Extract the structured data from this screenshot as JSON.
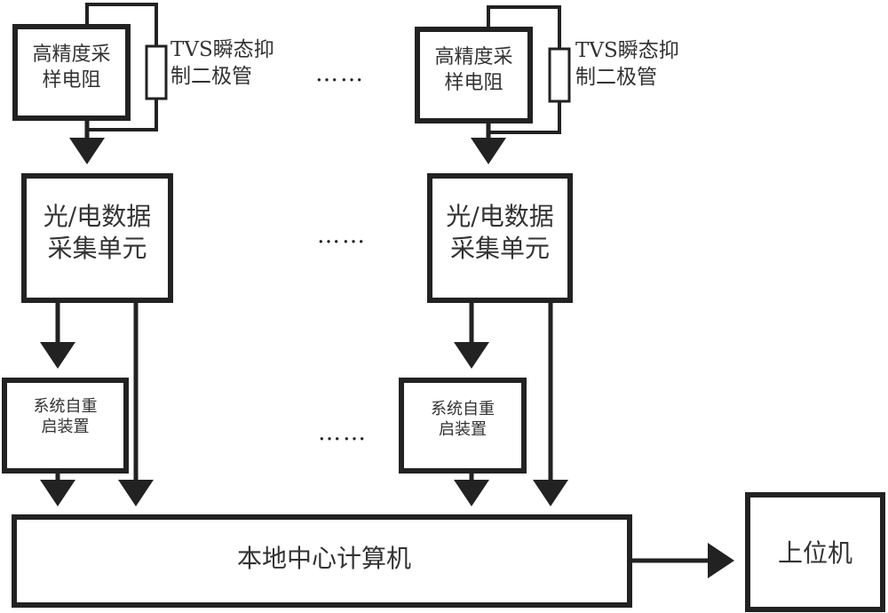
{
  "diagram": {
    "nodes": {
      "resistor": "高精度采\n样电阻",
      "tvs": "TVS瞬态抑\n制二极管",
      "acquisition": "光/电数据\n采集单元",
      "restart": "系统自重\n启装置",
      "local_computer": "本地中心计算机",
      "host": "上位机"
    },
    "channels": [
      {
        "resistor_line1": "高精度采",
        "resistor_line2": "样电阻",
        "tvs_line1": "TVS瞬态抑",
        "tvs_line2": "制二极管",
        "acq_line1": "光/电数据",
        "acq_line2": "采集单元",
        "restart_line1": "系统自重",
        "restart_line2": "启装置"
      },
      {
        "resistor_line1": "高精度采",
        "resistor_line2": "样电阻",
        "tvs_line1": "TVS瞬态抑",
        "tvs_line2": "制二极管",
        "acq_line1": "光/电数据",
        "acq_line2": "采集单元",
        "restart_line1": "系统自重",
        "restart_line2": "启装置"
      }
    ],
    "ellipsis": "……",
    "local_computer_label": "本地中心计算机",
    "host_label": "上位机",
    "edges": [
      "高精度采样电阻 -> 光/电数据采集单元",
      "光/电数据采集单元 -> 系统自重启装置",
      "光/电数据采集单元 -> 本地中心计算机",
      "系统自重启装置 -> 本地中心计算机",
      "本地中心计算机 -> 上位机"
    ]
  }
}
